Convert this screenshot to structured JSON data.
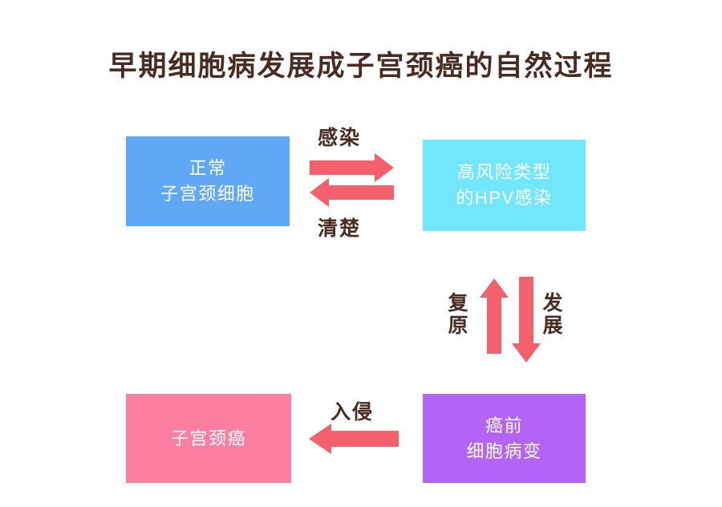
{
  "diagram": {
    "title": "早期细胞病发展成子宫颈癌的自然过程",
    "title_color": "#4a2b21",
    "background": "#ffffff",
    "nodes": [
      {
        "id": "normal-cervical-cells",
        "line1": "正常",
        "line2": "子宫颈细胞",
        "color": "#5fa8f5",
        "text_color": "#ffffff"
      },
      {
        "id": "high-risk-hpv-infection",
        "line1": "高风险类型",
        "line2": "的HPV感染",
        "color": "#72e6fb",
        "text_color": "#ffffff"
      },
      {
        "id": "precancerous-lesion",
        "line1": "癌前",
        "line2": "细胞病变",
        "color": "#b464f5",
        "text_color": "#ffffff"
      },
      {
        "id": "cervical-cancer",
        "line1": "子宫颈癌",
        "line2": "",
        "color": "#fc7fa2",
        "text_color": "#ffffff"
      }
    ],
    "arrows": [
      {
        "id": "infection",
        "label": "感染",
        "direction": "right",
        "from": "normal-cervical-cells",
        "to": "high-risk-hpv-infection",
        "color": "#f4606c"
      },
      {
        "id": "clearance",
        "label": "清楚",
        "direction": "left",
        "from": "high-risk-hpv-infection",
        "to": "normal-cervical-cells",
        "color": "#f4606c"
      },
      {
        "id": "restoration",
        "label": "复原",
        "direction": "up",
        "from": "precancerous-lesion",
        "to": "high-risk-hpv-infection",
        "color": "#f4606c"
      },
      {
        "id": "progression",
        "label": "发展",
        "direction": "down",
        "from": "high-risk-hpv-infection",
        "to": "precancerous-lesion",
        "color": "#f4606c"
      },
      {
        "id": "invasion",
        "label": "入侵",
        "direction": "left",
        "from": "precancerous-lesion",
        "to": "cervical-cancer",
        "color": "#f4606c"
      }
    ]
  }
}
